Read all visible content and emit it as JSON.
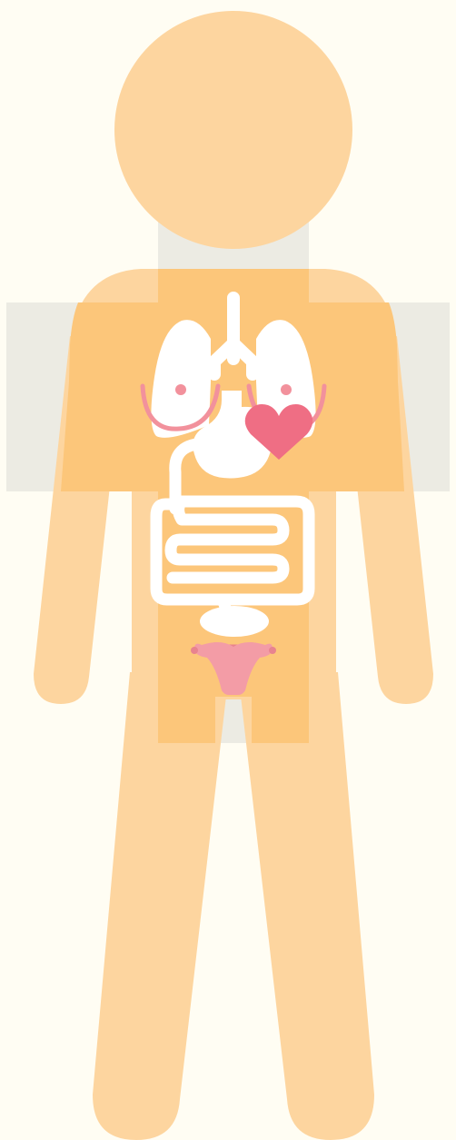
{
  "illustration": {
    "subject": "human-body-anatomy",
    "colors": {
      "background": "#fffdf3",
      "silhouette": "#fdd59f",
      "torso_overlap": "#fcc67a",
      "highlight_band": "#ecebe3",
      "organ": "#ffffff",
      "heart": "#ef6e84",
      "accent_pink": "#f2919c",
      "uterus": "#f39ca6"
    },
    "parts": [
      "head",
      "neck",
      "torso",
      "arms",
      "legs",
      "trachea",
      "lungs",
      "breasts",
      "heart",
      "stomach",
      "esophagus",
      "intestines",
      "bladder",
      "uterus"
    ],
    "icons": [
      "heart-icon",
      "lungs-icon",
      "stomach-icon",
      "intestines-icon",
      "bladder-icon",
      "uterus-icon",
      "breast-icon"
    ]
  }
}
